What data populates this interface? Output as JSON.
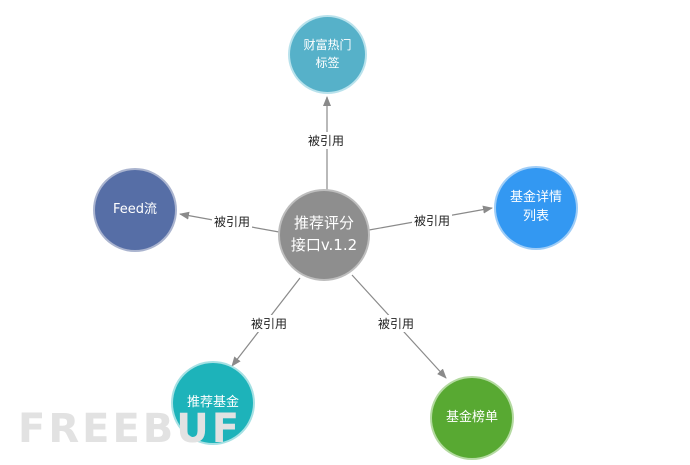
{
  "diagram": {
    "center": {
      "line1": "推荐评分",
      "line2": "接口v.1.2"
    },
    "nodes": {
      "top": {
        "line1": "财富热门",
        "line2": "标签"
      },
      "left": {
        "line1": "Feed流"
      },
      "right": {
        "line1": "基金详情",
        "line2": "列表"
      },
      "bottom_left": {
        "line1": "推荐基金"
      },
      "bottom_right": {
        "line1": "基金榜单"
      }
    },
    "edge_label": "被引用",
    "colors": {
      "center": "#8e8e8e",
      "top": "#56b1c9",
      "left": "#566ea6",
      "right": "#3398f2",
      "bottom_left": "#1db3ba",
      "bottom_right": "#58a932",
      "arrow": "#8a8a8a"
    }
  },
  "watermark": "FREEBUF"
}
